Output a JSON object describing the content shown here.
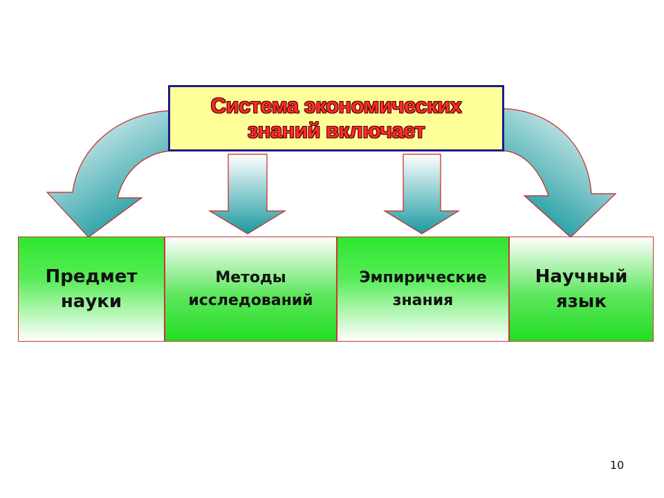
{
  "title": "Система  экономических\nзнаний  включает",
  "categories": [
    {
      "label": "Предмет\nнауки"
    },
    {
      "label": "Методы\nисследований"
    },
    {
      "label": "Эмпирические\nзнания"
    },
    {
      "label": "Научный\nязык"
    }
  ],
  "page_number": "10",
  "colors": {
    "title_fill": "#ffff99",
    "title_border": "#1a1a8c",
    "title_text": "#ff2a2a",
    "arrow_top": "#ffffff",
    "arrow_bottom": "#1a9aa0",
    "arrow_outline": "#cc2222",
    "box_green": "#22dd22",
    "box_border": "#cc3333"
  }
}
